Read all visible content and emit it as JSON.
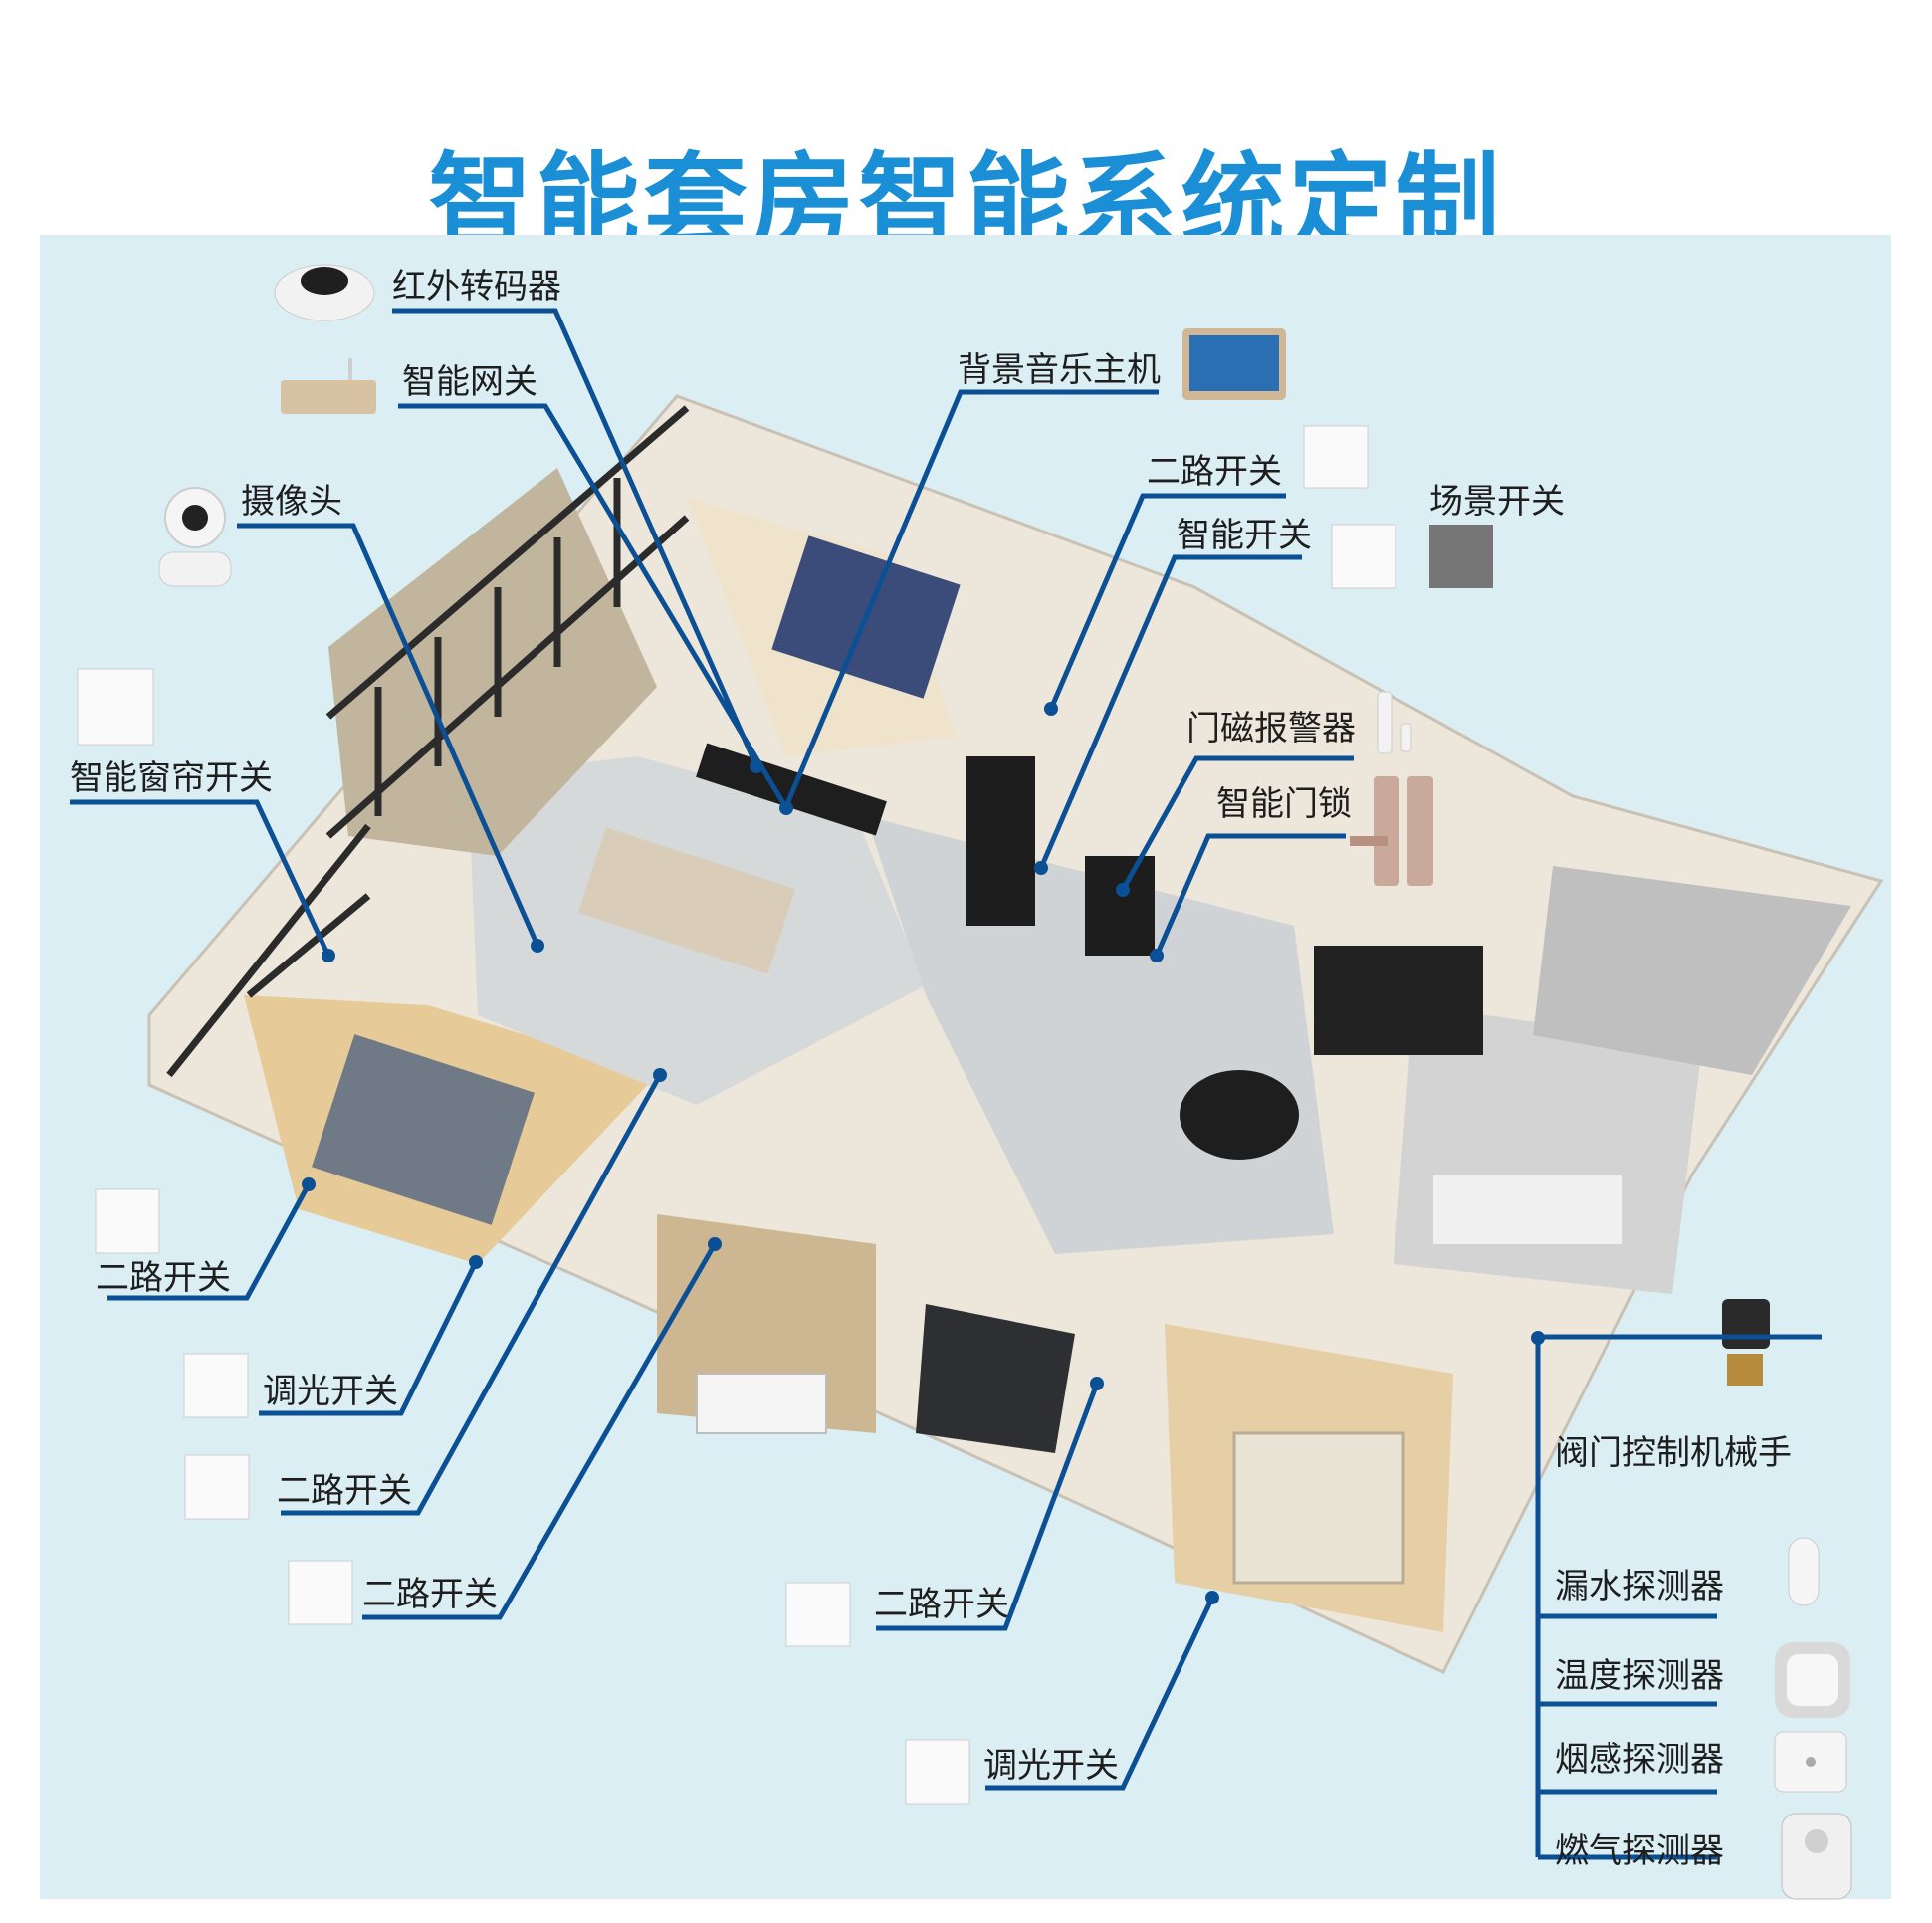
{
  "title": "智能套房智能系统定制",
  "colors": {
    "title": "#1b8fd6",
    "line": "#0b4f95",
    "panel": "#daeef4"
  },
  "devices": {
    "ir_converter": "红外转码器",
    "gateway": "智能网关",
    "camera": "摄像头",
    "bgm_host": "背景音乐主机",
    "two_way_switch_top": "二路开关",
    "smart_switch": "智能开关",
    "scene_switch": "场景开关",
    "curtain_switch": "智能窗帘开关",
    "door_sensor": "门磁报警器",
    "smart_lock": "智能门锁",
    "two_way_switch_left": "二路开关",
    "dimmer_left": "调光开关",
    "two_way_switch_mid1": "二路开关",
    "two_way_switch_mid2": "二路开关",
    "two_way_switch_bottom": "二路开关",
    "dimmer_bottom": "调光开关",
    "valve_manipulator": "阀门控制机械手",
    "leak_detector": "漏水探测器",
    "temp_detector": "温度探测器",
    "smoke_detector": "烟感探测器",
    "gas_detector": "燃气探测器"
  }
}
